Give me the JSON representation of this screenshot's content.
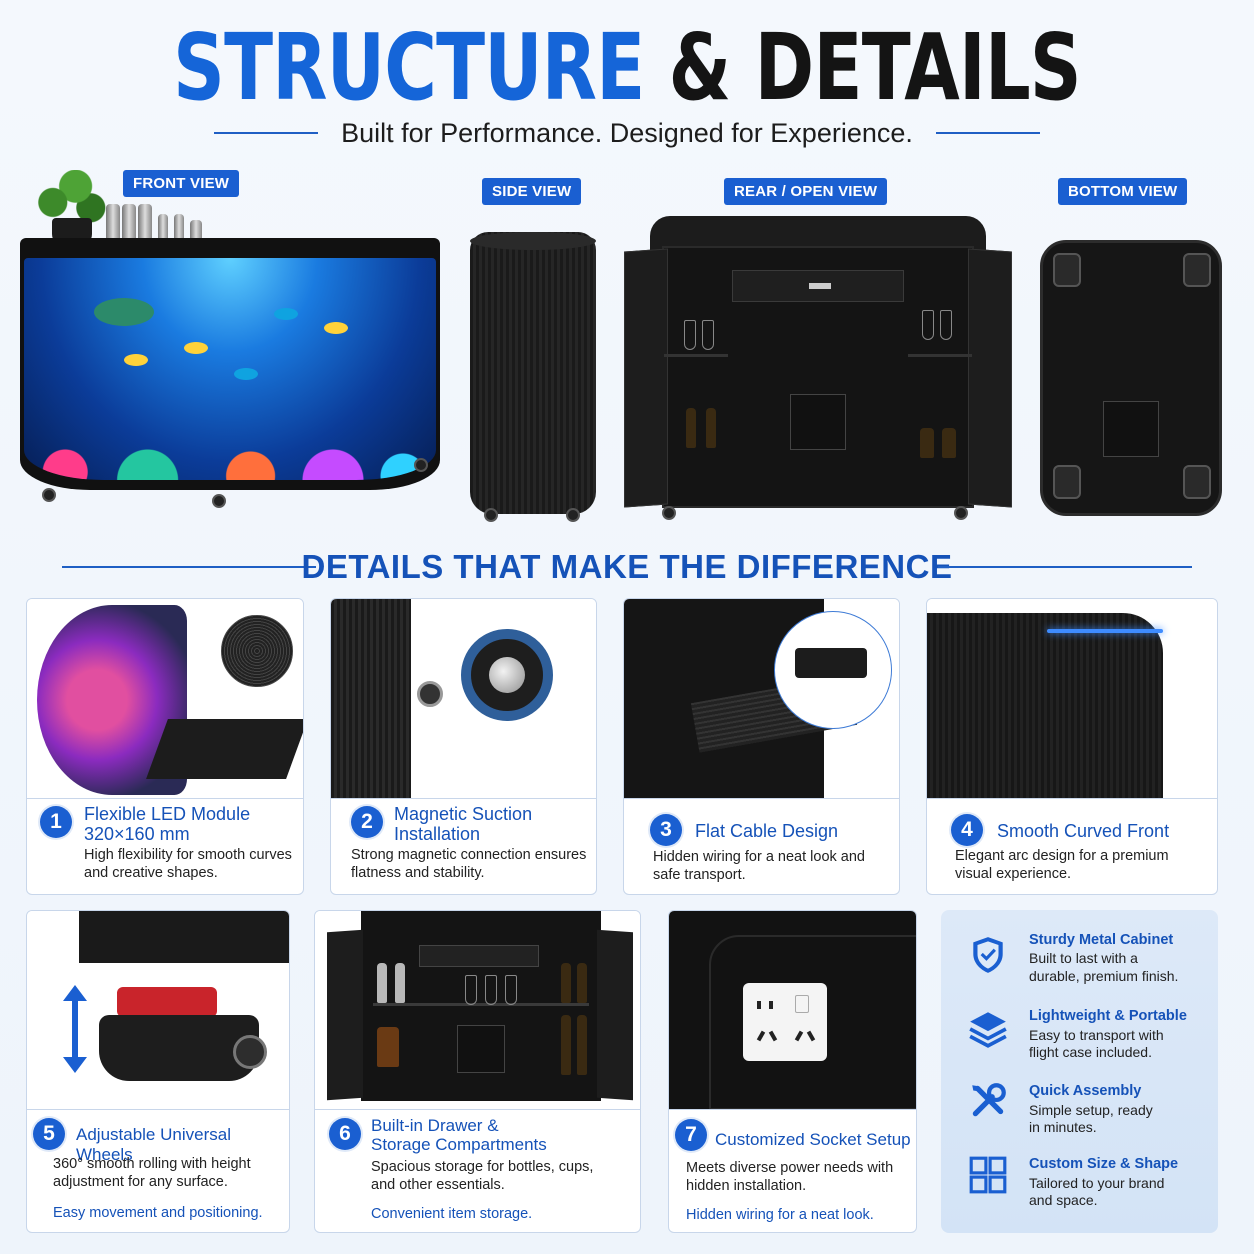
{
  "header": {
    "title_blue": "STRUCTURE",
    "title_dark": "& DETAILS",
    "subtitle": "Built for Performance. Designed for Experience."
  },
  "views": {
    "front": "FRONT VIEW",
    "side": "SIDE VIEW",
    "rear": "REAR / OPEN VIEW",
    "bottom": "BOTTOM VIEW"
  },
  "section_title": "DETAILS THAT MAKE THE DIFFERENCE",
  "cards": [
    {
      "num": "1",
      "title_l1": "Flexible LED Module",
      "title_l2": "320×160 mm",
      "desc_l1": "High flexibility for smooth curves",
      "desc_l2": "and creative shapes."
    },
    {
      "num": "2",
      "title_l1": "Magnetic Suction",
      "title_l2": "Installation",
      "desc_l1": "Strong magnetic connection ensures",
      "desc_l2": "flatness and stability."
    },
    {
      "num": "3",
      "title_l1": "Flat Cable Design",
      "desc_l1": "Hidden wiring for a neat look and",
      "desc_l2": "safe transport."
    },
    {
      "num": "4",
      "title_l1": "Smooth Curved Front",
      "desc_l1": "Elegant arc design for a premium",
      "desc_l2": "visual experience."
    },
    {
      "num": "5",
      "title_l1": "Adjustable Universal Wheels",
      "desc_l1": "360° smooth rolling with height",
      "desc_l2": "adjustment for any surface.",
      "note": "Easy movement and positioning."
    },
    {
      "num": "6",
      "title_l1": "Built-in Drawer &",
      "title_l2": "Storage Compartments",
      "desc_l1": "Spacious storage for bottles, cups,",
      "desc_l2": "and other essentials.",
      "note": "Convenient item storage."
    },
    {
      "num": "7",
      "title_l1": "Customized Socket Setup",
      "desc_l1": "Meets diverse power needs with",
      "desc_l2": "hidden installation.",
      "note": "Hidden wiring for a neat look."
    }
  ],
  "features": [
    {
      "icon": "shield-check-icon",
      "title": "Sturdy Metal Cabinet",
      "desc_l1": "Built to last with a",
      "desc_l2": "durable, premium finish."
    },
    {
      "icon": "layers-icon",
      "title": "Lightweight & Portable",
      "desc_l1": "Easy to transport with",
      "desc_l2": "flight case included."
    },
    {
      "icon": "tools-icon",
      "title": "Quick Assembly",
      "desc_l1": "Simple setup, ready",
      "desc_l2": "in minutes."
    },
    {
      "icon": "grid-icon",
      "title": "Custom Size & Shape",
      "desc_l1": "Tailored to your brand",
      "desc_l2": "and space."
    }
  ],
  "colors": {
    "accent": "#1a5fd1",
    "title_blue": "#1565d8",
    "dark": "#141414"
  }
}
